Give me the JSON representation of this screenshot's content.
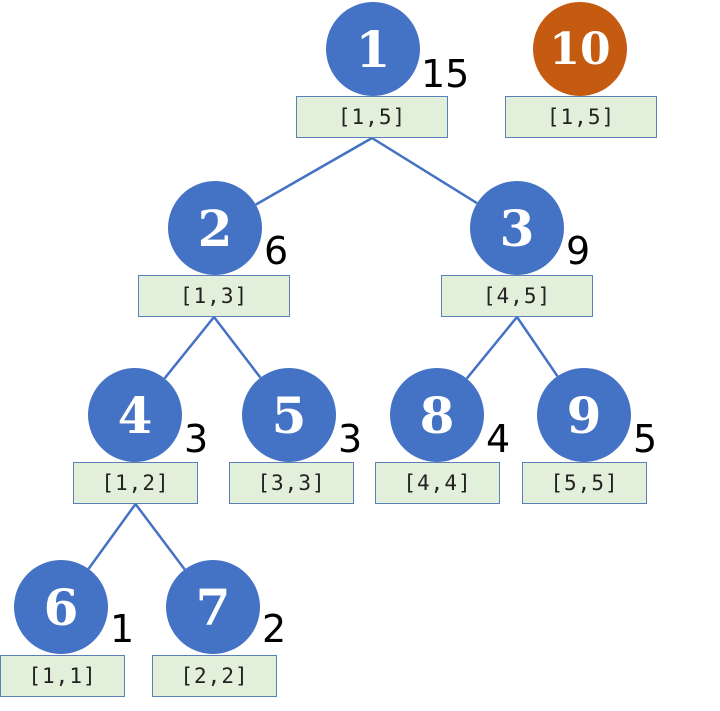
{
  "colors": {
    "node": "#4472c4",
    "highlight_node": "#c55a11",
    "range_fill": "#e2efda",
    "range_border": "#5b7fb9",
    "edge": "#4472c4"
  },
  "nodes": [
    {
      "id": "1",
      "label": "1",
      "value": "15",
      "range": "[1,5]"
    },
    {
      "id": "2",
      "label": "2",
      "value": "6",
      "range": "[1,3]"
    },
    {
      "id": "3",
      "label": "3",
      "value": "9",
      "range": "[4,5]"
    },
    {
      "id": "4",
      "label": "4",
      "value": "3",
      "range": "[1,2]"
    },
    {
      "id": "5",
      "label": "5",
      "value": "3",
      "range": "[3,3]"
    },
    {
      "id": "6",
      "label": "6",
      "value": "1",
      "range": "[1,1]"
    },
    {
      "id": "7",
      "label": "7",
      "value": "2",
      "range": "[2,2]"
    },
    {
      "id": "8",
      "label": "8",
      "value": "4",
      "range": "[4,4]"
    },
    {
      "id": "9",
      "label": "9",
      "value": "5",
      "range": "[5,5]"
    },
    {
      "id": "10",
      "label": "10",
      "value": "",
      "range": "[1,5]"
    }
  ],
  "edges": [
    {
      "from": "1",
      "to": "2"
    },
    {
      "from": "1",
      "to": "3"
    },
    {
      "from": "2",
      "to": "4"
    },
    {
      "from": "2",
      "to": "5"
    },
    {
      "from": "4",
      "to": "6"
    },
    {
      "from": "4",
      "to": "7"
    },
    {
      "from": "3",
      "to": "8"
    },
    {
      "from": "3",
      "to": "9"
    }
  ]
}
